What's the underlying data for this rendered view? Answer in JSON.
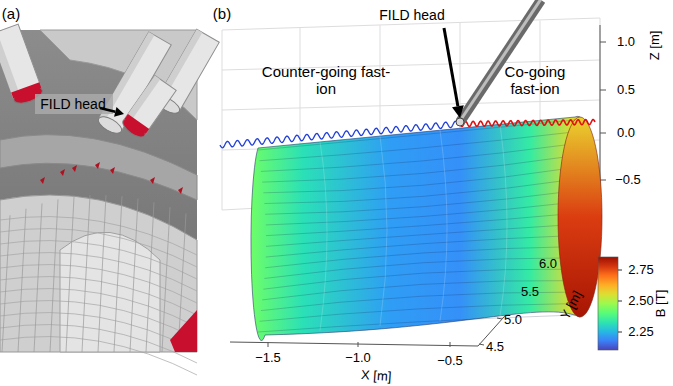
{
  "diagram": {
    "labels": [
      "(a)",
      "FILD head",
      "(b)",
      "Counter-going fast-ion",
      "FILD head",
      "Co-going fast-ion",
      "1.0",
      "0.5",
      "0.0",
      "−0.5",
      "Z [m]",
      "6.0",
      "5.5",
      "5.0",
      "4.5",
      "Y [m]",
      "−1.5",
      "−1.0",
      "−0.5",
      "X [m]",
      "2.75",
      "2.50",
      "2.25",
      "B [T]"
    ]
  }
}
